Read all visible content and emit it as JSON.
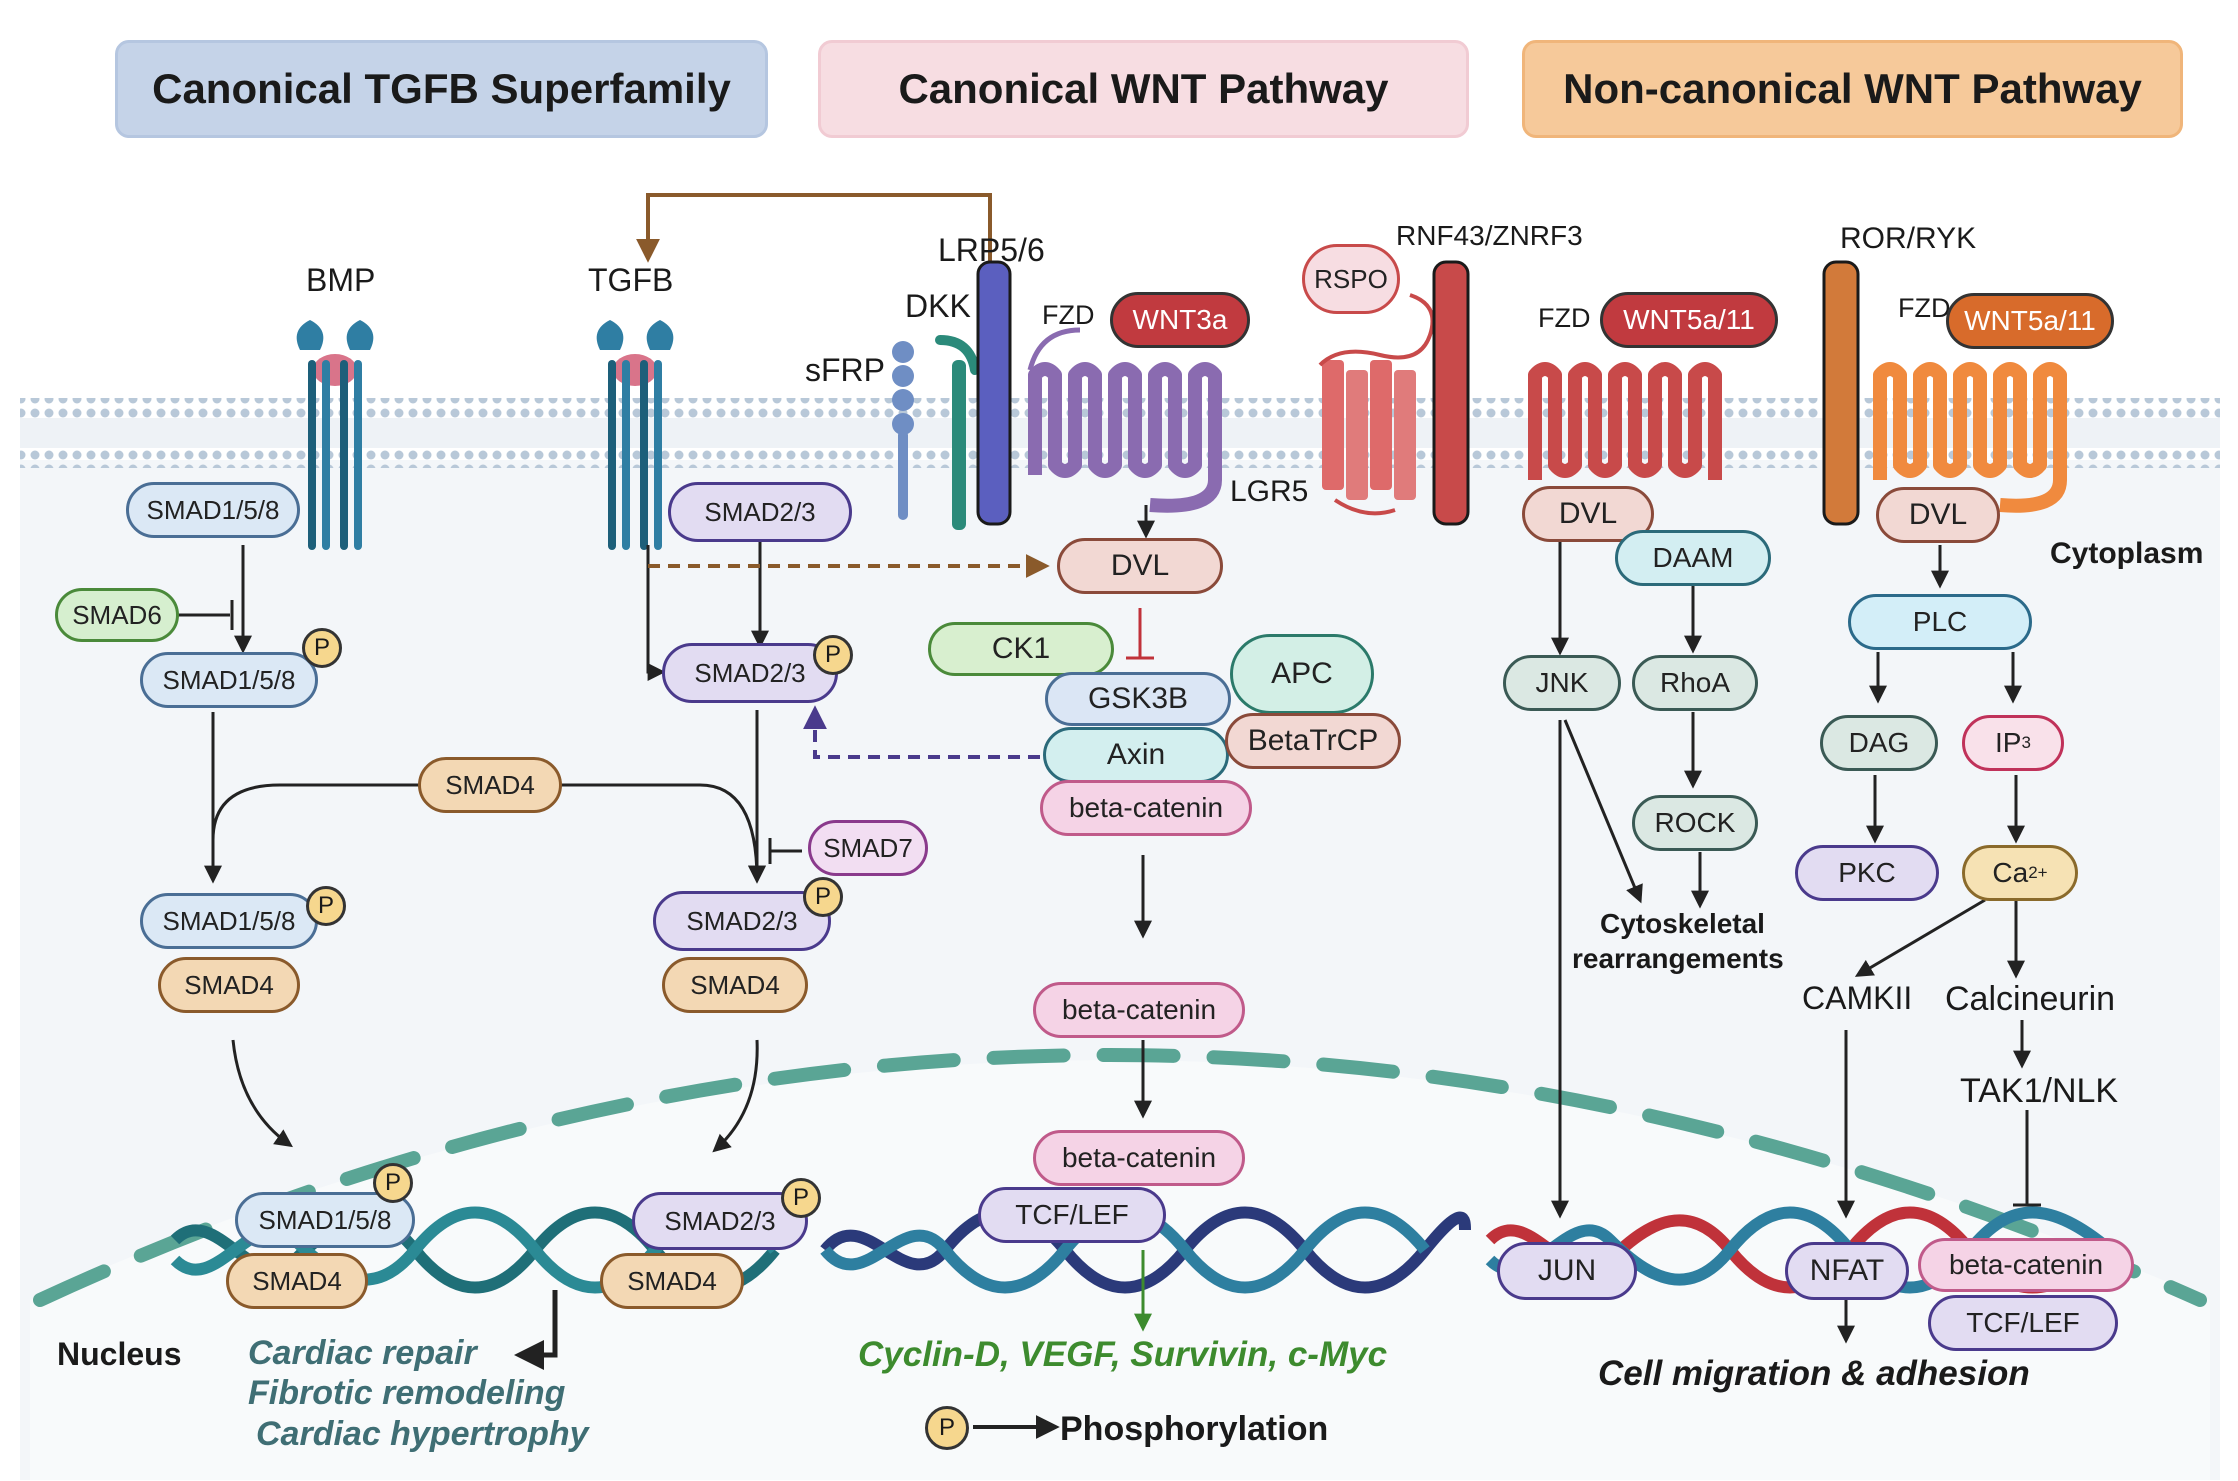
{
  "headers": {
    "tgfb": "Canonical TGFB Superfamily",
    "wnt": "Canonical WNT Pathway",
    "noncanonical": "Non-canonical WNT Pathway"
  },
  "colors": {
    "tgfb_header": "#c5d3e8",
    "wnt_header": "#f7dde2",
    "noncanonical_header": "#f6c99a",
    "membrane": "#a8bccf",
    "dna_teal": "#1f6f78",
    "dna_navy": "#2b3a7a",
    "dna_red": "#c0323a",
    "nucleus_dash": "#5aa595",
    "wnt3a": "#c13a3f",
    "wnt5a_red": "#c13a3f",
    "wnt5a_orange": "#d86b2b",
    "gene_green": "#3d8b2e",
    "tgfb_outcome": "#3f6e74"
  },
  "receptors": {
    "bmp": "BMP",
    "tgfb": "TGFB",
    "lrp": "LRP5/6",
    "dkk": "DKK",
    "sfrp": "sFRP",
    "fzd1": "FZD",
    "wnt3a": "WNT3a",
    "rspo": "RSPO",
    "rnf43": "RNF43/ZNRF3",
    "lgr5": "LGR5",
    "fzd2": "FZD",
    "wnt5a_1": "WNT5a/11",
    "ror": "ROR/RYK",
    "fzd3": "FZD",
    "wnt5a_2": "WNT5a/11"
  },
  "tgfb_pathway": {
    "smad158_top": "SMAD1/5/8",
    "smad6": "SMAD6",
    "smad158_p": "SMAD1/5/8",
    "smad4_mid": "SMAD4",
    "smad158_complex": "SMAD1/5/8",
    "smad4_complex_left": "SMAD4",
    "smad23_top": "SMAD2/3",
    "smad23_p": "SMAD2/3",
    "smad7": "SMAD7",
    "smad23_complex": "SMAD2/3",
    "smad4_complex_right": "SMAD4",
    "nuc_smad158": "SMAD1/5/8",
    "nuc_smad4_left": "SMAD4",
    "nuc_smad23": "SMAD2/3",
    "nuc_smad4_right": "SMAD4",
    "outcome_1": "Cardiac repair",
    "outcome_2": "Fibrotic remodeling",
    "outcome_3": "Cardiac hypertrophy"
  },
  "wnt_pathway": {
    "dvl": "DVL",
    "ck1": "CK1",
    "apc": "APC",
    "gsk3b": "GSK3B",
    "axin": "Axin",
    "betatrcp": "BetaTrCP",
    "beta_catenin_1": "beta-catenin",
    "beta_catenin_2": "beta-catenin",
    "beta_catenin_3": "beta-catenin",
    "tcf_lef": "TCF/LEF",
    "genes": "Cyclin-D, VEGF, Survivin, c-Myc"
  },
  "noncanonical_pathway": {
    "dvl_1": "DVL",
    "daam": "DAAM",
    "jnk": "JNK",
    "rhoa": "RhoA",
    "rock": "ROCK",
    "cyto_1": "Cytoskeletal",
    "cyto_2": "rearrangements",
    "dvl_2": "DVL",
    "plc": "PLC",
    "dag": "DAG",
    "ip3": "IP",
    "ip3_sub": "3",
    "pkc": "PKC",
    "ca": "Ca",
    "ca_sup": "2+",
    "camkii": "CAMKII",
    "calcineurin": "Calcineurin",
    "tak1": "TAK1/NLK",
    "jun": "JUN",
    "nfat": "NFAT",
    "beta_catenin": "beta-catenin",
    "tcf_lef": "TCF/LEF",
    "outcome": "Cell migration & adhesion"
  },
  "labels": {
    "cytoplasm": "Cytoplasm",
    "nucleus": "Nucleus",
    "p": "P",
    "phosphorylation": "Phosphorylation"
  }
}
